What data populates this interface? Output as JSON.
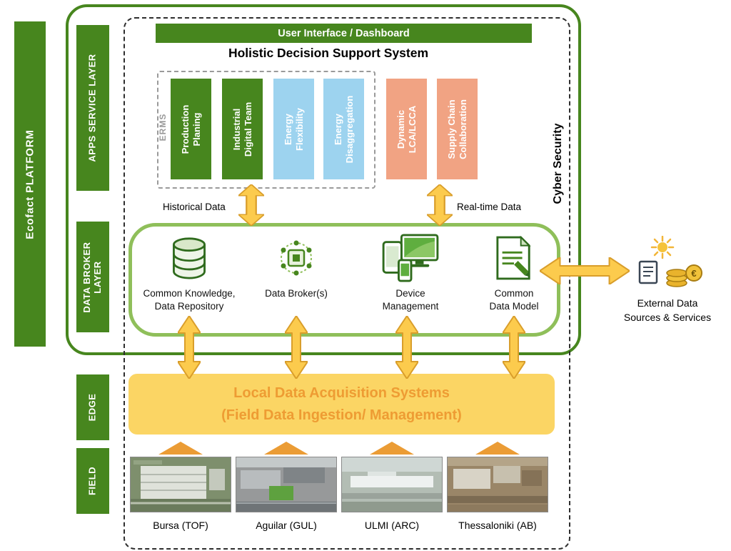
{
  "platform": {
    "label": "Ecofact PLATFORM"
  },
  "layers": {
    "apps": "APPS SERVICE LAYER",
    "broker": "DATA BROKER\nLAYER",
    "edge": "EDGE",
    "field": "FIELD"
  },
  "apps_layer": {
    "ui_bar_label": "User Interface / Dashboard",
    "title": "Holistic Decision Support System",
    "erms_label": "ERMS",
    "modules": [
      {
        "label": "Production\nPlaning",
        "group": "green"
      },
      {
        "label": "Industrial\nDigital Team",
        "group": "green"
      },
      {
        "label": "Energy\nFlexibility",
        "group": "blue"
      },
      {
        "label": "Energy\nDisaggregation",
        "group": "blue"
      },
      {
        "label": "Dynamic\nLCA/LCCA",
        "group": "salmon"
      },
      {
        "label": "Supply Chain\nCollaboration",
        "group": "salmon"
      }
    ]
  },
  "flows": {
    "historical": "Historical Data",
    "realtime": "Real-time Data"
  },
  "broker_layer": {
    "items": [
      {
        "label": "Common Knowledge,\nData Repository",
        "icon": "database-icon"
      },
      {
        "label": "Data Broker(s)",
        "icon": "network-nodes-icon"
      },
      {
        "label": "Device\nManagement",
        "icon": "devices-icon"
      },
      {
        "label": "Common\nData Model",
        "icon": "document-pencil-icon"
      }
    ]
  },
  "edge_layer": {
    "label": "Local Data Acquisition Systems\n(Field Data Ingestion/ Management)"
  },
  "field_layer": {
    "sites": [
      {
        "label": "Bursa (TOF)"
      },
      {
        "label": "Aguilar (GUL)"
      },
      {
        "label": "ULMI (ARC)"
      },
      {
        "label": "Thessaloniki (AB)"
      }
    ]
  },
  "security": {
    "label": "Cyber Security"
  },
  "external": {
    "label": "External Data\nSources & Services"
  },
  "colors": {
    "platform_green": "#47861E",
    "broker_border_green": "#8FBF5A",
    "module_blue": "#9DD3EF",
    "module_salmon": "#F1A383",
    "arrow_gold": "#FCCB4D",
    "edge_yellow": "#FBD564",
    "edge_text_orange": "#EE9C33",
    "field_arrow_orange": "#EB9C35"
  }
}
